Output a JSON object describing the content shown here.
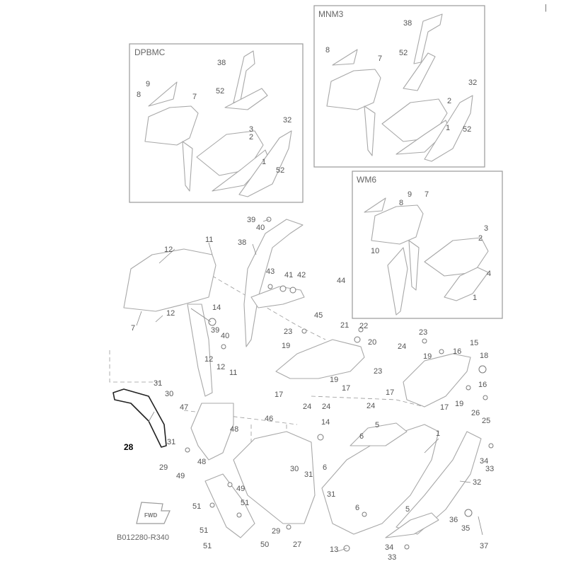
{
  "diagram": {
    "reference_code": "B012280-R340",
    "fwd_label": "FWD",
    "corner_mark": "|",
    "variant_boxes": {
      "dpbmc": {
        "label": "DPBMC",
        "callouts": [
          "9",
          "8",
          "7",
          "38",
          "52",
          "3",
          "2",
          "32",
          "1",
          "52"
        ]
      },
      "mnm3": {
        "label": "MNM3",
        "callouts": [
          "38",
          "8",
          "7",
          "52",
          "32",
          "2",
          "1",
          "52"
        ]
      },
      "wm6": {
        "label": "WM6",
        "callouts": [
          "9",
          "8",
          "7",
          "3",
          "2",
          "10",
          "4",
          "1"
        ]
      }
    },
    "main_callouts": {
      "c39a": "39",
      "c40a": "40",
      "c38": "38",
      "c12a": "12",
      "c11a": "11",
      "c43": "43",
      "c41": "41",
      "c42": "42",
      "c44": "44",
      "c45": "45",
      "c14a": "14",
      "c7": "7",
      "c12b": "12",
      "c39b": "39",
      "c40b": "40",
      "c23a": "23",
      "c21": "21",
      "c22": "22",
      "c19a": "19",
      "c20": "20",
      "c23b": "23",
      "c24a": "24",
      "c19b": "19",
      "c16a": "16",
      "c15": "15",
      "c18": "18",
      "c12c": "12",
      "c12d": "12",
      "c11b": "11",
      "c31a": "31",
      "c30a": "30",
      "c23c": "23",
      "c19c": "19",
      "c17a": "17",
      "c17b": "17",
      "c24b": "24",
      "c24c": "24",
      "c17c": "17",
      "c16b": "16",
      "c17d": "17",
      "c19d": "19",
      "c24d": "24",
      "c26": "26",
      "c25": "25",
      "c28": "28",
      "c47": "47",
      "c46": "46",
      "c14b": "14",
      "c5a": "5",
      "c6a": "6",
      "c1": "1",
      "c48a": "48",
      "c31b": "31",
      "c29a": "29",
      "c49a": "49",
      "c48b": "48",
      "c6b": "6",
      "c34a": "34",
      "c33a": "33",
      "c30b": "30",
      "c31c": "31",
      "c49b": "49",
      "c32": "32",
      "c51a": "51",
      "c51b": "51",
      "c31d": "31",
      "c6c": "6",
      "c5b": "5",
      "c36": "36",
      "c35": "35",
      "c51c": "51",
      "c29b": "29",
      "c27": "27",
      "c13": "13",
      "c50": "50",
      "c51d": "51",
      "c34b": "34",
      "c33b": "33",
      "c37": "37"
    }
  }
}
